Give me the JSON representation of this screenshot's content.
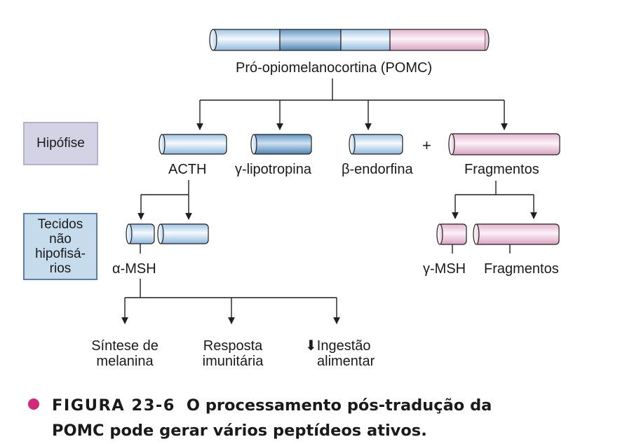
{
  "pomc": {
    "label": "Pró-opiomelanocortina (POMC)"
  },
  "rows": {
    "hipofise": "Hipófise",
    "tecidos": [
      "Tecidos",
      "não",
      "hipofisá-",
      "rios"
    ]
  },
  "products": {
    "acth": "ACTH",
    "lipotropina": "γ-lipotropina",
    "endorfina": "β-endorfina",
    "plus": "+",
    "fragmentos": "Fragmentos"
  },
  "second_level": {
    "alpha_msh": "α-MSH",
    "gamma_msh": "γ-MSH",
    "fragmentos": "Fragmentos"
  },
  "effects": {
    "melanina": [
      "Síntese de",
      "melanina"
    ],
    "imunitaria": [
      "Resposta",
      "imunitária"
    ],
    "ingestao_arrow": "⬇",
    "ingestao": [
      "Ingestão",
      "alimentar"
    ]
  },
  "caption": {
    "figure": "FIGURA 23-6",
    "line1": "O processamento pós-tradução da",
    "line2": "POMC pode gerar vários peptídeos ativos."
  },
  "colors": {
    "blue_light": "#d6e7f5",
    "blue_mid": "#9ec3e3",
    "blue_dark": "#5f93c2",
    "pink_light": "#f5dceb",
    "pink_mid": "#e4b4ce",
    "outline": "#1f1f1f",
    "caption_dot": "#d4287a"
  }
}
